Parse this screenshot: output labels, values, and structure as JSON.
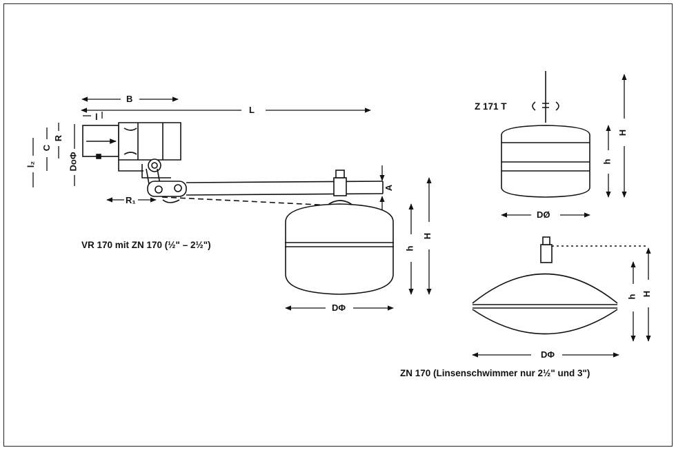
{
  "captions": {
    "assembly": "VR 170 mit ZN 170  (½\" – 2½\")",
    "model_z171t": "Z 171 T",
    "lens_float": "ZN 170 (Linsenschwimmer nur 2½\" und 3\")"
  },
  "dims": {
    "B": "B",
    "L": "L",
    "l": "l",
    "l2": "l₂",
    "C": "C",
    "R": "R",
    "D_valve": "DoΦ",
    "R1": "R₁",
    "A": "A",
    "h_float": "h",
    "H_float": "H",
    "D_float": "DΦ",
    "h_z171": "h",
    "H_z171": "H",
    "D_z171": "DØ",
    "h_lens": "h",
    "H_lens": "H",
    "D_lens": "DΦ"
  }
}
